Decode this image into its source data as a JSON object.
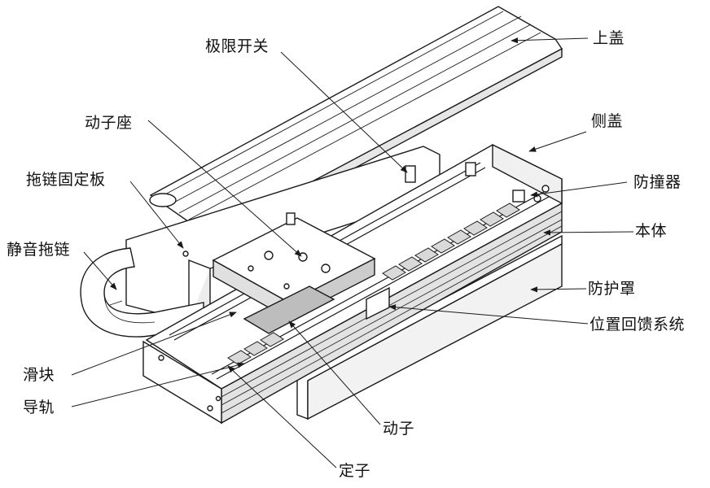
{
  "labels": {
    "top_cover": "上盖",
    "limit_switch": "极限开关",
    "side_cover": "侧盖",
    "mover_seat": "动子座",
    "bumper": "防撞器",
    "drag_chain_plate": "拖链固定板",
    "body": "本体",
    "silent_drag_chain": "静音拖链",
    "protective_cover": "防护罩",
    "position_feedback": "位置回馈系统",
    "slider": "滑块",
    "guide_rail": "导轨",
    "mover": "动子",
    "stator": "定子"
  },
  "colors": {
    "line": "#1a1a1a",
    "part_fill": "#ffffff",
    "shade": "#d9d9d9",
    "dark": "#8c8c8c"
  }
}
